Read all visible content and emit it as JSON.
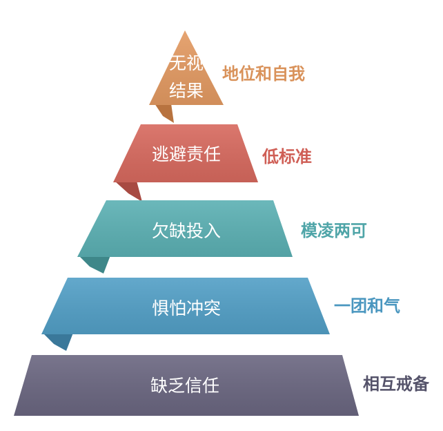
{
  "tiers": [
    {
      "text": "无视\n结果",
      "line1": "无视",
      "line2": "结果",
      "label": "地位和自我",
      "color": "#E39A62",
      "fold_color": "#B8733F",
      "label_color": "#D9925A"
    },
    {
      "text": "逃避责任",
      "label": "低标准",
      "color": "#D7695E",
      "fold_color": "#A84A42",
      "label_color": "#CF5E55"
    },
    {
      "text": "欠缺投入",
      "label": "模凌两可",
      "color": "#5BB0B3",
      "fold_color": "#3E8789",
      "label_color": "#4FA5A8"
    },
    {
      "text": "惧怕冲突",
      "label": "一团和气",
      "color": "#529FC6",
      "fold_color": "#3A789A",
      "label_color": "#4996BF"
    },
    {
      "text": "缺乏信任",
      "label": "相互戒备",
      "color": "#6A6680",
      "fold_color": "#4C4960",
      "label_color": "#55536A"
    }
  ]
}
